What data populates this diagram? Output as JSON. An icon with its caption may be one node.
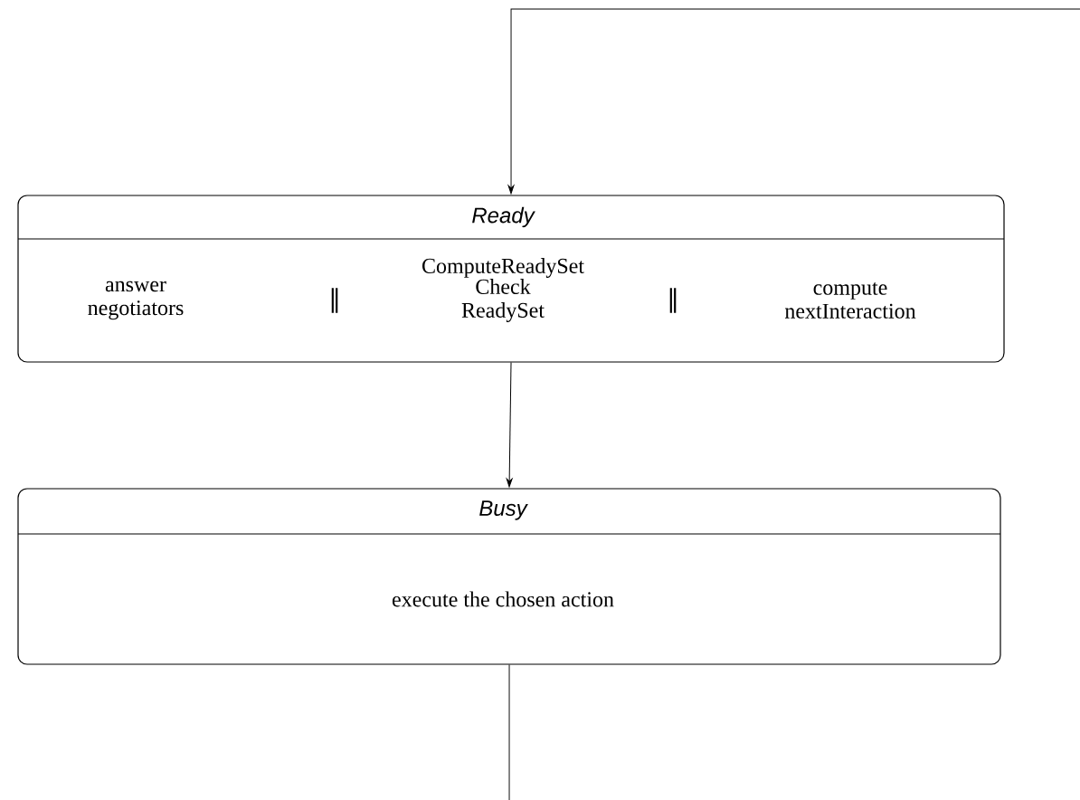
{
  "diagram": {
    "nodes": [
      {
        "text": [
          "Ready",
          "ComputeReadySet",
          "answer negotiators",
          "∥",
          "Check ReadySet",
          "∥",
          "compute nextInteraction"
        ]
      },
      {
        "text": [
          "Busy",
          "execute the chosen action"
        ]
      }
    ],
    "edges": [
      {
        "from": null,
        "to": 0,
        "arrow": "to"
      },
      {
        "from": 0,
        "to": 1,
        "arrow": "to"
      },
      {
        "from": 1,
        "to": null,
        "arrow": "none"
      }
    ]
  }
}
